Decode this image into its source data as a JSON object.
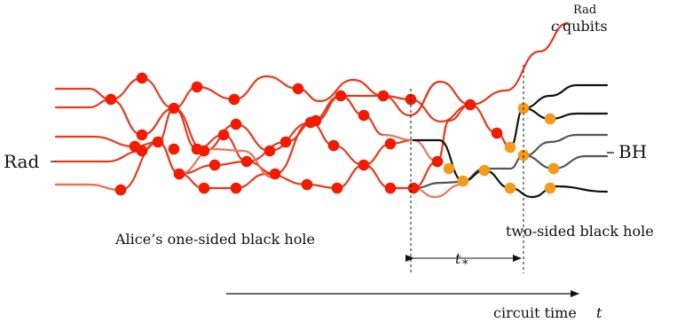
{
  "labels": {
    "rad_top_line1": "Rad",
    "rad_top_c": "c",
    "rad_top_qubits": "qubits",
    "rad_left": "Rad",
    "bh_right": "BH",
    "alice": "Alice’s one-sided black hole",
    "two_sided": "two-sided black hole",
    "t_star_main": "t",
    "t_star_sub": "*",
    "circuit_time": "circuit time",
    "circuit_t": "t"
  },
  "colors": {
    "red_wire": "#e8391d",
    "salmon_wire": "#ef7355",
    "red_node": "#f21b00",
    "orange_node": "#f59a1c",
    "black_wire": "#111111",
    "gray_wire": "#555555",
    "text": "#111111"
  }
}
